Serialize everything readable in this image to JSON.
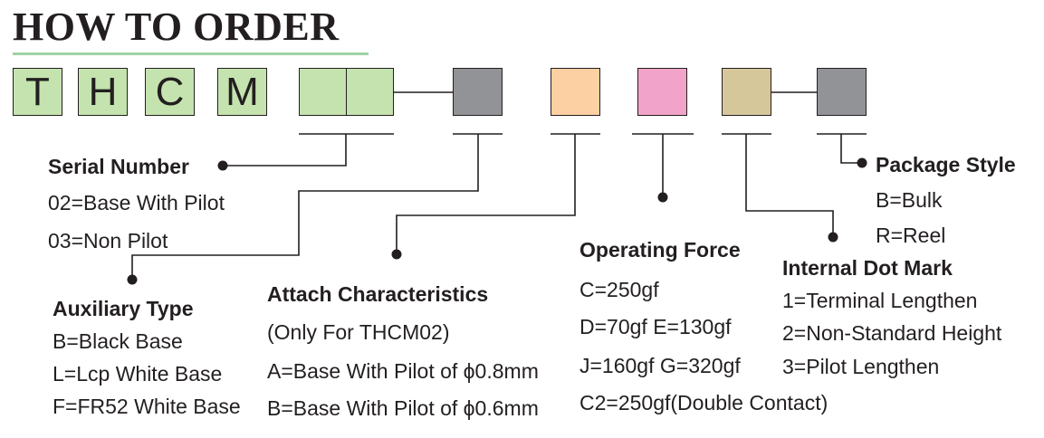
{
  "title": "HOW TO ORDER",
  "code_letters": [
    "T",
    "H",
    "C",
    "M"
  ],
  "colors": {
    "green": "#c4e3ae",
    "gray": "#929396",
    "orange": "#fcd0a2",
    "pink": "#f2a3c9",
    "tan": "#d6c79a",
    "line": "#231f20",
    "title_underline": "#9fd3a3"
  },
  "groups": {
    "serial": {
      "heading": "Serial Number",
      "options": [
        "02=Base With Pilot",
        "03=Non Pilot"
      ]
    },
    "auxiliary": {
      "heading": "Auxiliary Type",
      "options": [
        "B=Black Base",
        "L=Lcp White Base",
        "F=FR52 White Base"
      ]
    },
    "attach": {
      "heading": "Attach Characteristics",
      "note": "(Only For THCM02)",
      "options": [
        "A=Base With Pilot of ϕ0.8mm",
        "B=Base With Pilot of ϕ0.6mm"
      ]
    },
    "force": {
      "heading": "Operating Force",
      "options": [
        "C=250gf",
        "D=70gf E=130gf",
        "J=160gf G=320gf",
        "C2=250gf(Double Contact)"
      ]
    },
    "dot": {
      "heading": "Internal Dot Mark",
      "options": [
        "1=Terminal Lengthen",
        "2=Non-Standard Height",
        "3=Pilot Lengthen"
      ]
    },
    "package": {
      "heading": "Package Style",
      "options": [
        "B=Bulk",
        "R=Reel"
      ]
    }
  }
}
